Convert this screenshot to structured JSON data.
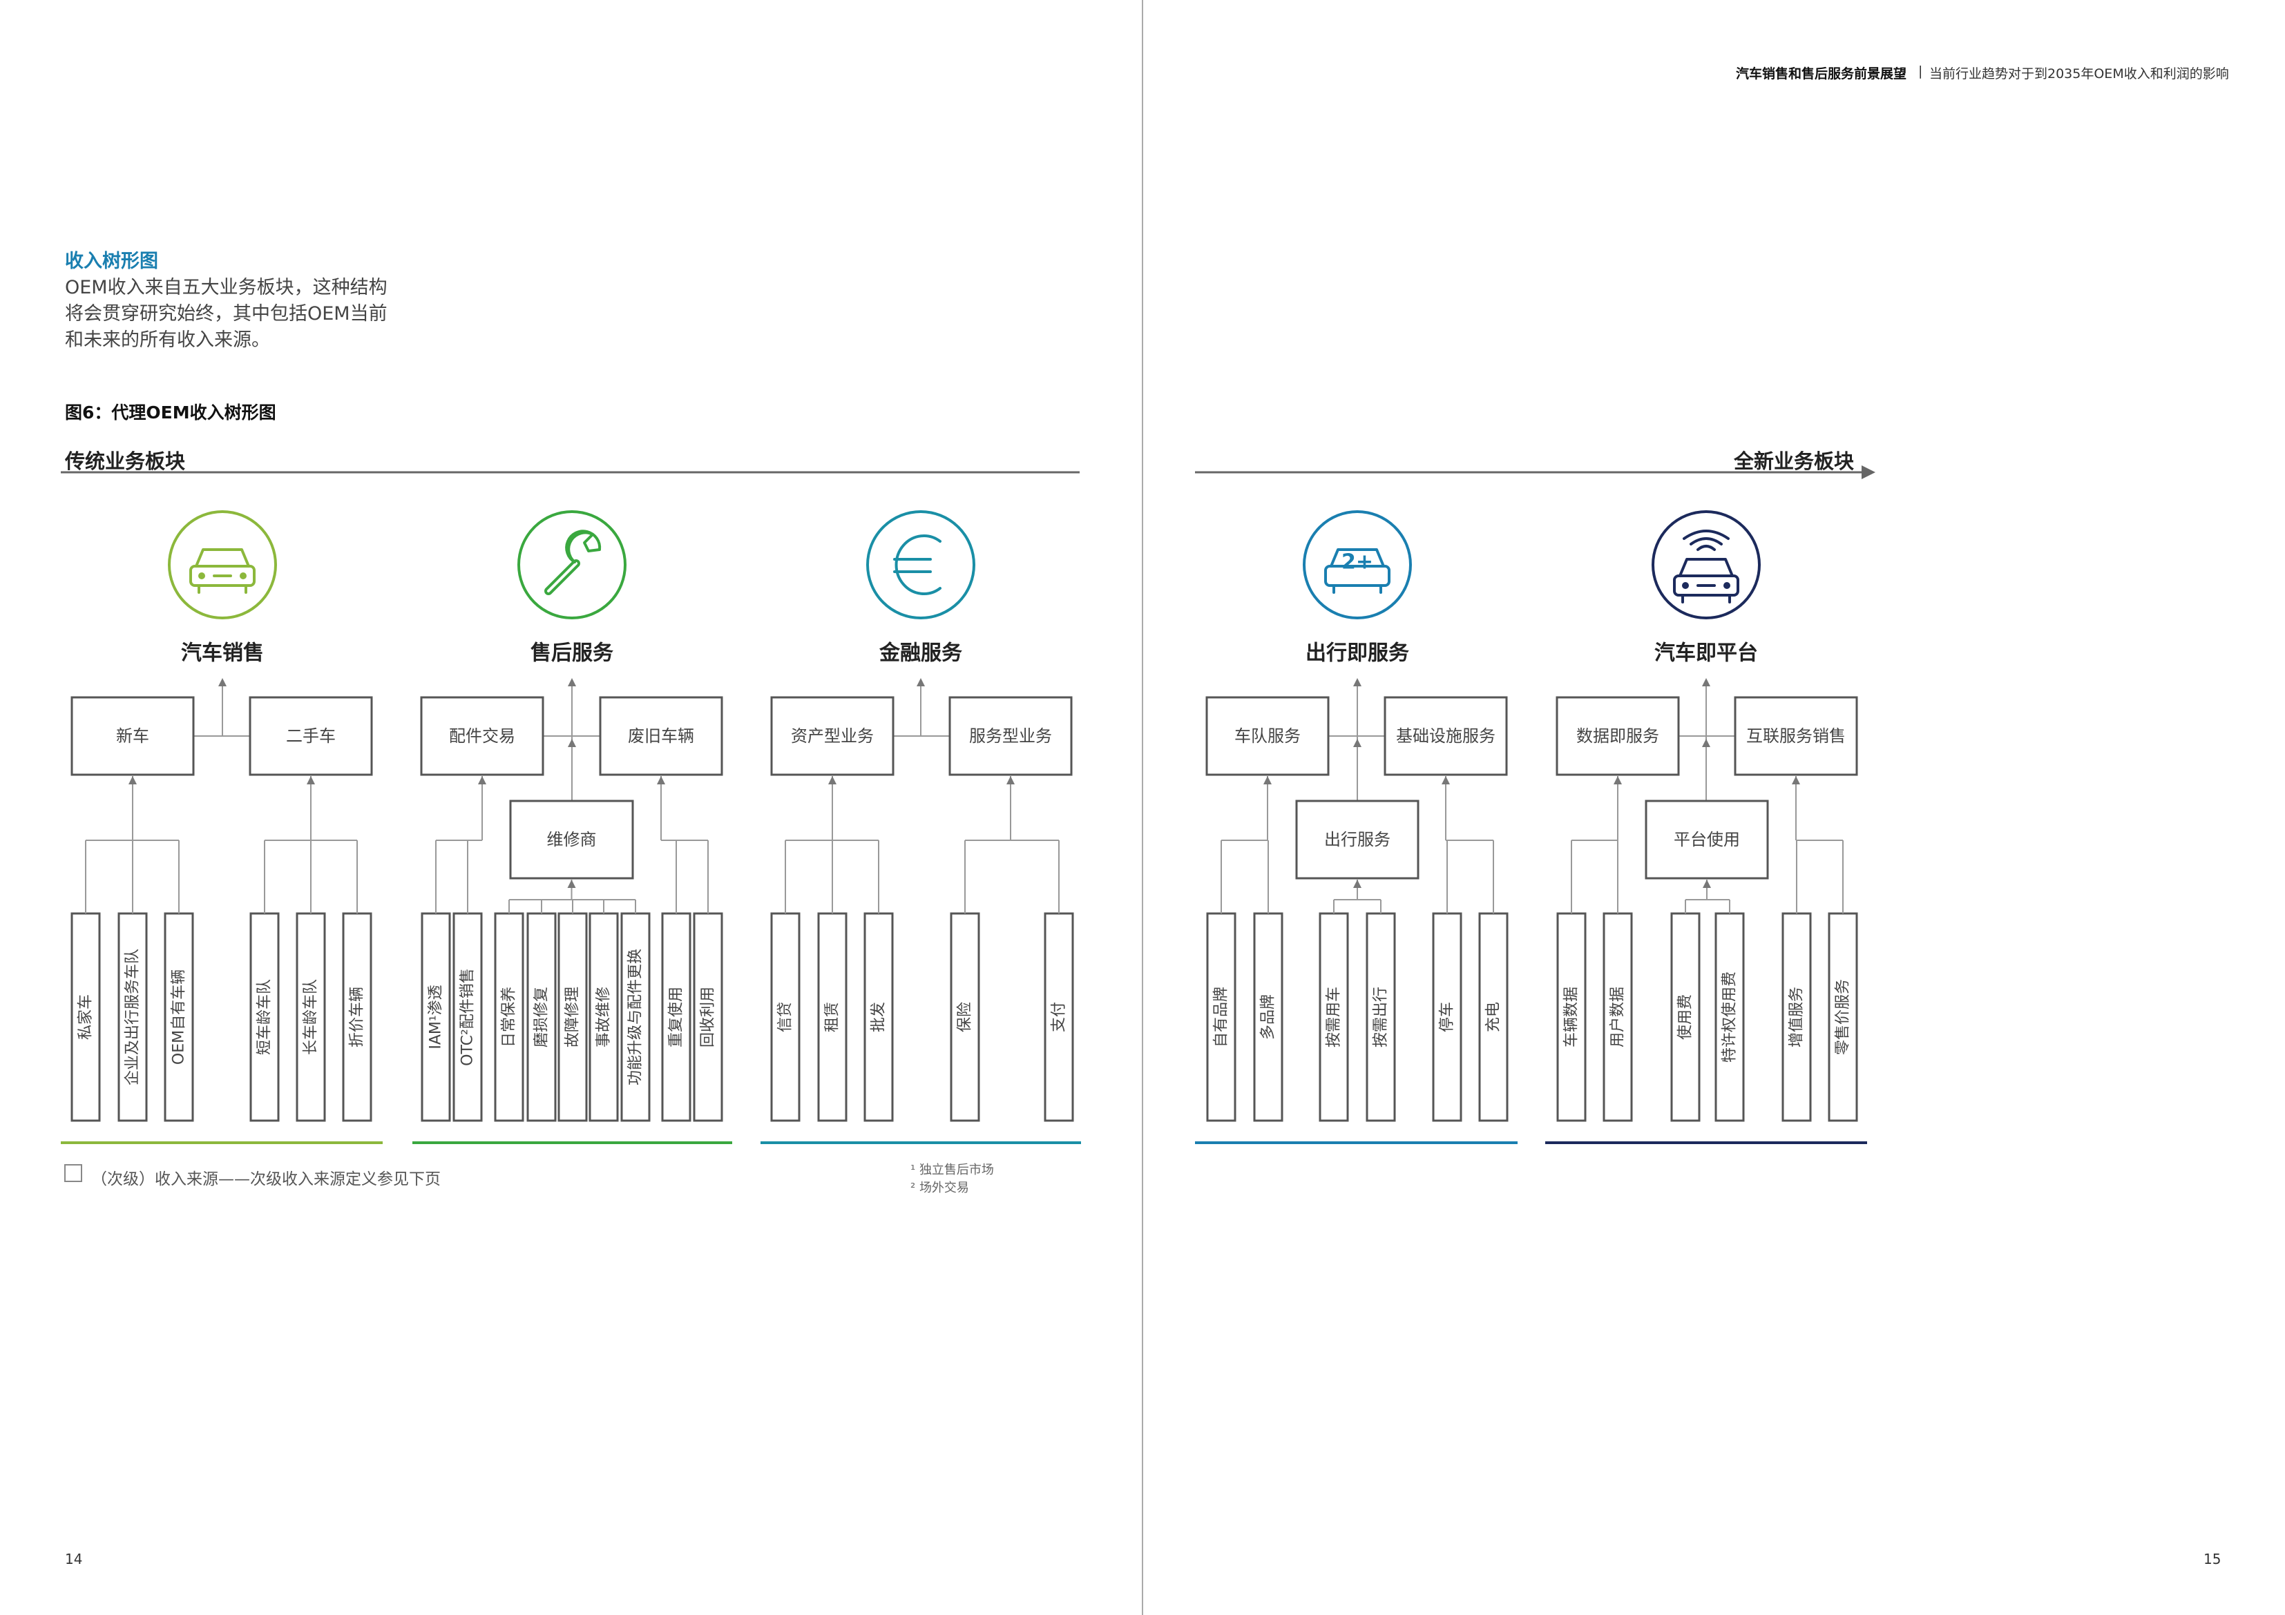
{
  "header": {
    "title": "汽车销售和售后服务前景展望",
    "separator": "|",
    "subtitle": "当前行业趋势对于到2035年OEM收入和利润的影响"
  },
  "intro": {
    "heading": "收入树形图",
    "lines": [
      "OEM收入来自五大业务板块，这种结构",
      "将会贯穿研究始终，其中包括OEM当前",
      "和未来的所有收入来源。"
    ]
  },
  "figure_title": "图6：代理OEM收入树形图",
  "bands": {
    "traditional": "传统业务板块",
    "new": "全新业务板块"
  },
  "colors": {
    "car_sales": "#8cb83c",
    "after_sales": "#3aa83f",
    "finance": "#1a8fa6",
    "mobility": "#1a7fb0",
    "platform": "#1c2a5c",
    "box_border": "#555555",
    "line": "#999999",
    "band_line": "#666666"
  },
  "segments": [
    {
      "key": "car_sales",
      "title": "汽车销售",
      "icon": "car-icon",
      "l2": [
        "新车",
        "二手车"
      ],
      "mid": null,
      "leaves": [
        "私家车",
        "企业及出行服务车队",
        "OEM自有车辆",
        "短车龄车队",
        "长车龄车队",
        "折价车辆"
      ]
    },
    {
      "key": "after_sales",
      "title": "售后服务",
      "icon": "wrench-icon",
      "l2": [
        "配件交易",
        "废旧车辆"
      ],
      "mid": "维修商",
      "leaves": [
        "IAM¹渗透",
        "OTC²配件销售",
        "日常保养",
        "磨损修复",
        "故障修理",
        "事故维修",
        "功能升级与配件更换",
        "重复使用",
        "回收利用"
      ]
    },
    {
      "key": "finance",
      "title": "金融服务",
      "icon": "euro-icon",
      "l2": [
        "资产型业务",
        "服务型业务"
      ],
      "mid": null,
      "leaves": [
        "信贷",
        "租赁",
        "批发",
        "保险",
        "支付"
      ]
    },
    {
      "key": "mobility",
      "title": "出行即服务",
      "icon": "carpool-icon",
      "l2": [
        "车队服务",
        "基础设施服务"
      ],
      "mid": "出行服务",
      "leaves": [
        "自有品牌",
        "多品牌",
        "按需用车",
        "按需出行",
        "停车",
        "充电"
      ]
    },
    {
      "key": "platform",
      "title": "汽车即平台",
      "icon": "connected-car-icon",
      "l2": [
        "数据即服务",
        "互联服务销售"
      ],
      "mid": "平台使用",
      "leaves": [
        "车辆数据",
        "用户数据",
        "使用费",
        "特许权使用费",
        "增值服务",
        "零售价服务"
      ]
    }
  ],
  "legend": "（次级）收入来源——次级收入来源定义参见下页",
  "footnotes": [
    "¹ 独立售后市场",
    "² 场外交易"
  ],
  "page_numbers": {
    "left": "14",
    "right": "15"
  }
}
